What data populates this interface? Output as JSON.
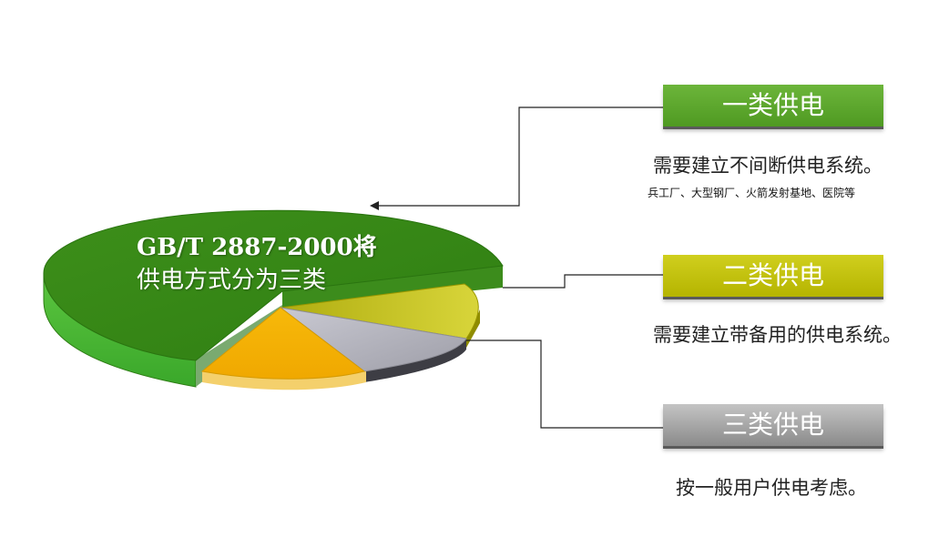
{
  "pie": {
    "caption_line1": "GB/T 2887-2000将",
    "caption_line2": "供电方式分为三类",
    "colors": {
      "green": "#3f9a1e",
      "olive": "#c8c41c",
      "silver": "#b9b9c2",
      "gold": "#f3b409"
    }
  },
  "categories": [
    {
      "label": "一类供电",
      "description": "需要建立不间断供电系统。",
      "examples": "兵工厂、大型钢厂、火箭发射基地、医院等",
      "color": "#5aa62c"
    },
    {
      "label": "二类供电",
      "description": "需要建立带备用的供电系统。",
      "color": "#c4c30d"
    },
    {
      "label": "三类供电",
      "description": "按一般用户供电考虑。",
      "color": "#a9a9a9"
    }
  ]
}
